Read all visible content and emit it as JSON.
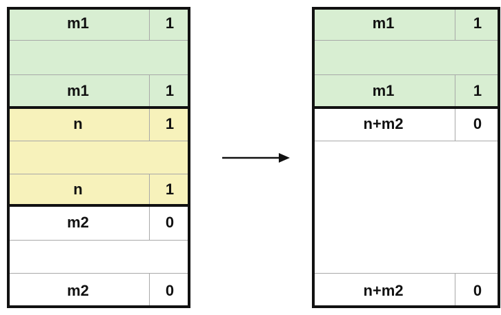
{
  "left_heap": {
    "block_m1": {
      "header_label": "m1",
      "header_flag": "1",
      "footer_label": "m1",
      "footer_flag": "1",
      "color": "#d8eed2"
    },
    "block_n": {
      "header_label": "n",
      "header_flag": "1",
      "footer_label": "n",
      "footer_flag": "1",
      "color": "#f7f2bb"
    },
    "block_m2": {
      "header_label": "m2",
      "header_flag": "0",
      "footer_label": "m2",
      "footer_flag": "0",
      "color": "#ffffff"
    }
  },
  "right_heap": {
    "block_m1": {
      "header_label": "m1",
      "header_flag": "1",
      "footer_label": "m1",
      "footer_flag": "1",
      "color": "#d8eed2"
    },
    "block_coalesced": {
      "header_label": "n+m2",
      "header_flag": "0",
      "footer_label": "n+m2",
      "footer_flag": "0",
      "color": "#ffffff"
    }
  },
  "arrow": {
    "icon": "right-arrow-icon"
  }
}
